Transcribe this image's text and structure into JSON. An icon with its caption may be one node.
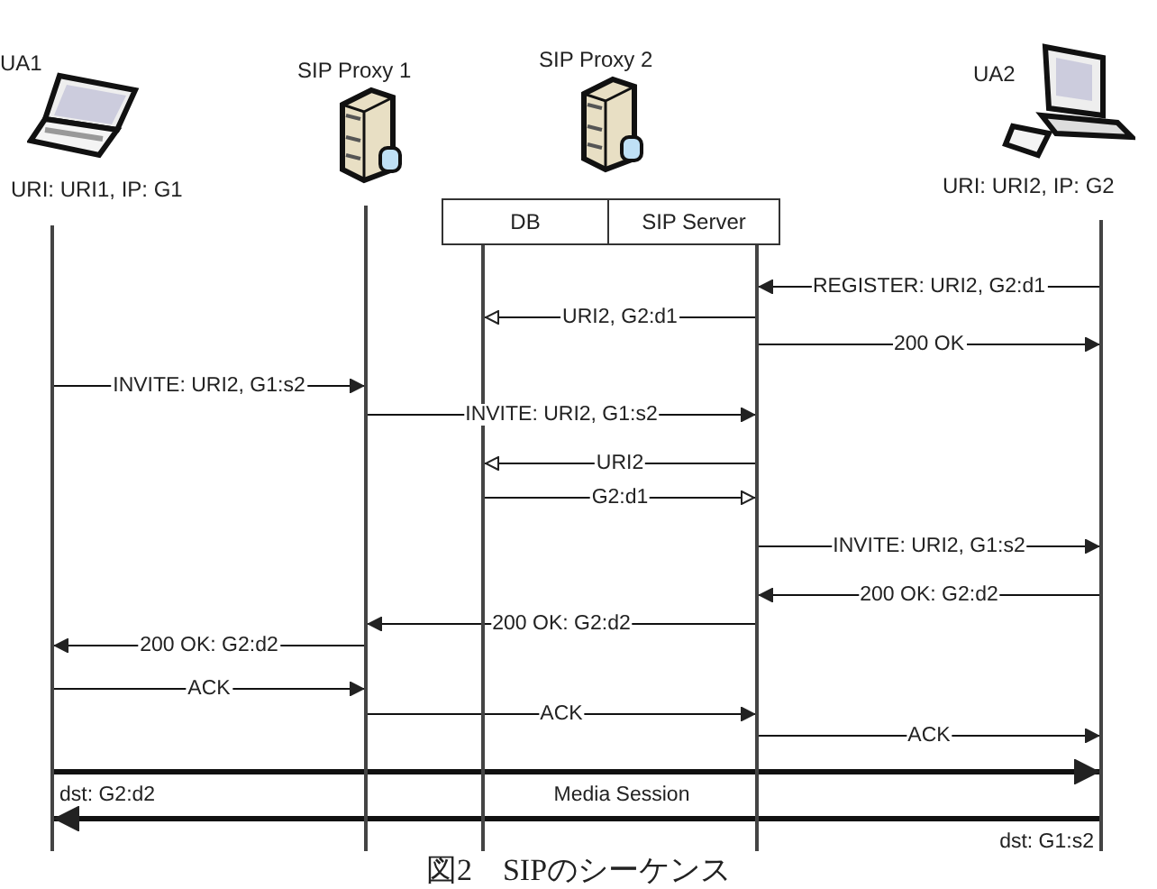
{
  "diagram": {
    "caption": "図2　SIPのシーケンス",
    "nodes": [
      {
        "text": [
          "UA1",
          "URI: URI1, IP: G1"
        ]
      },
      {
        "text": [
          "SIP Proxy 1"
        ]
      },
      {
        "text": [
          "SIP Proxy 2"
        ]
      },
      {
        "text": [
          "UA2",
          "URI: URI2, IP: G2"
        ]
      },
      {
        "text": [
          "DB"
        ]
      },
      {
        "text": [
          "SIP Server"
        ]
      },
      {
        "text": [],
        "shape": "bar"
      },
      {
        "text": [],
        "shape": "bar"
      },
      {
        "text": [],
        "shape": "bar"
      },
      {
        "text": [],
        "shape": "bar"
      },
      {
        "text": [],
        "shape": "bar"
      }
    ],
    "edges": [
      {
        "from": 10,
        "to": 9,
        "arrow": "to",
        "label": "REGISTER: URI2, G2:d1"
      },
      {
        "from": 9,
        "to": 8,
        "arrow": "to",
        "label": "URI2, G2:d1"
      },
      {
        "from": 9,
        "to": 10,
        "arrow": "to",
        "label": "200 OK"
      },
      {
        "from": 6,
        "to": 7,
        "arrow": "to",
        "label": "INVITE: URI2,  G1:s2"
      },
      {
        "from": 7,
        "to": 9,
        "arrow": "to",
        "label": "INVITE: URI2,  G1:s2"
      },
      {
        "from": 9,
        "to": 8,
        "arrow": "to",
        "label": "URI2"
      },
      {
        "from": 8,
        "to": 9,
        "arrow": "to",
        "label": "G2:d1"
      },
      {
        "from": 9,
        "to": 10,
        "arrow": "to",
        "label": "INVITE: URI2,  G1:s2"
      },
      {
        "from": 10,
        "to": 9,
        "arrow": "to",
        "label": "200 OK: G2:d2"
      },
      {
        "from": 9,
        "to": 7,
        "arrow": "to",
        "label": "200 OK: G2:d2"
      },
      {
        "from": 7,
        "to": 6,
        "arrow": "to",
        "label": "200 OK: G2:d2"
      },
      {
        "from": 6,
        "to": 7,
        "arrow": "to",
        "label": "ACK"
      },
      {
        "from": 7,
        "to": 9,
        "arrow": "to",
        "label": "ACK"
      },
      {
        "from": 9,
        "to": 10,
        "arrow": "to",
        "label": "ACK"
      },
      {
        "from": 6,
        "to": 10,
        "arrow": "to",
        "style": "thick"
      },
      {
        "from": 10,
        "to": 6,
        "arrow": "to",
        "style": "thick"
      }
    ],
    "labels": [
      "dst: G2:d2",
      "Media Session",
      "dst: G1:s2"
    ]
  }
}
